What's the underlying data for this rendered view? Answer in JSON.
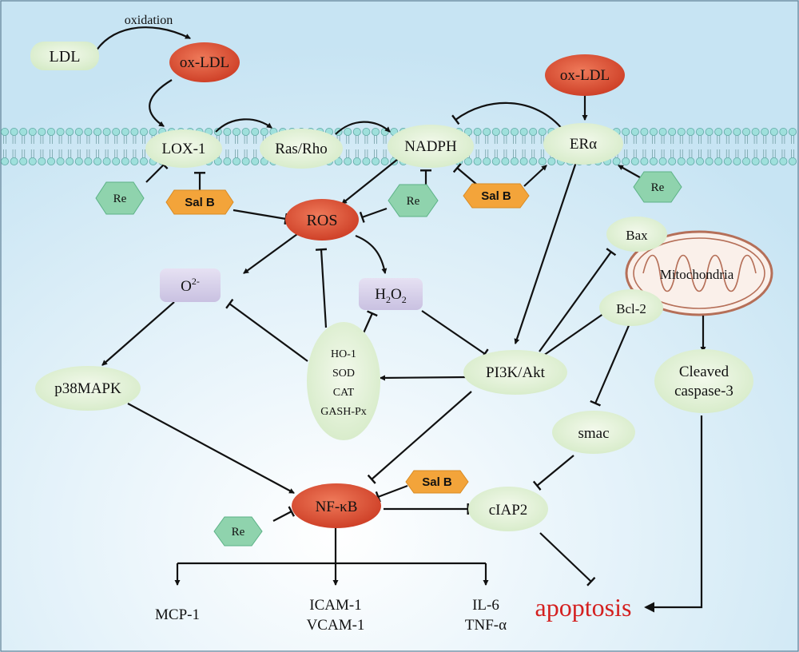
{
  "nodes": {
    "ldl": "LDL",
    "oxidation": "oxidation",
    "ox_ldl_left": "ox-LDL",
    "ox_ldl_right": "ox-LDL",
    "lox1": "LOX-1",
    "ras_rho": "Ras/Rho",
    "nadph": "NADPH",
    "er_alpha": "ERα",
    "ros": "ROS",
    "o2_base": "O",
    "o2_sup": "2-",
    "h2o2_h": "H",
    "h2o2_sub1": "2",
    "h2o2_o": "O",
    "h2o2_sub2": "2",
    "antiox_line1": "HO-1",
    "antiox_line2": "SOD",
    "antiox_line3": "CAT",
    "antiox_line4": "GASH-Px",
    "p38mapk": "p38MAPK",
    "pi3k_akt": "PI3K/Akt",
    "bax": "Bax",
    "mitochondria": "Mitochondria",
    "bcl2": "Bcl-2",
    "cleaved_line1": "Cleaved",
    "cleaved_line2": "caspase-3",
    "smac": "smac",
    "nfkb": "NF-κB",
    "ciap2": "cIAP2",
    "apoptosis": "apoptosis",
    "mcp1": "MCP-1",
    "icam1": "ICAM-1",
    "vcam1": "VCAM-1",
    "il6": "IL-6",
    "tnfa": "TNF-α"
  },
  "drugs": {
    "re_lox1": "Re",
    "salb_lox1": "Sal B",
    "re_nadph": "Re",
    "salb_nadph": "Sal B",
    "re_er": "Re",
    "salb_nfkb": "Sal B",
    "re_nfkb": "Re"
  },
  "colors": {
    "background": "#cde7f4",
    "node_green": "#dfefd2",
    "node_red": "#d9492f",
    "node_purple": "#d5cfe8",
    "hex_green": "#8fd3ad",
    "hex_orange": "#f3a43a",
    "membrane_head": "#9fe0dc",
    "mito_outline": "#b56f58",
    "apoptosis_text": "#d42020"
  }
}
